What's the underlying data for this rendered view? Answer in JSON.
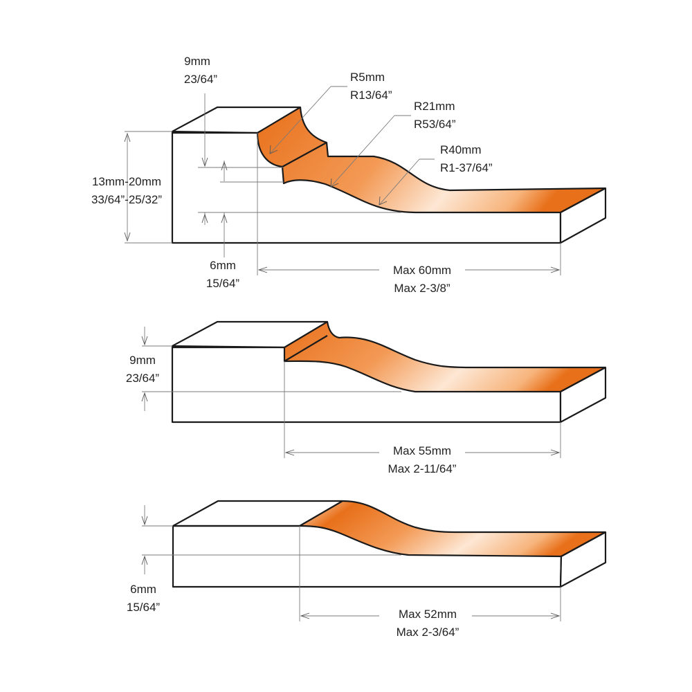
{
  "colors": {
    "profile_dark": "#e8701a",
    "profile_light": "#fde7d4",
    "outline": "#1a1a1a",
    "dimension": "#7a7a7a"
  },
  "profile_1": {
    "depth_top": {
      "mm": "9mm",
      "inch": "23/64”"
    },
    "height": {
      "mm": "13mm-20mm",
      "inch": "33/64”-25/32”"
    },
    "depth_bottom": {
      "mm": "6mm",
      "inch": "15/64”"
    },
    "radius_1": {
      "mm": "R5mm",
      "inch": "R13/64”"
    },
    "radius_2": {
      "mm": "R21mm",
      "inch": "R53/64”"
    },
    "radius_3": {
      "mm": "R40mm",
      "inch": "R1-37/64”"
    },
    "width": {
      "mm": "Max 60mm",
      "inch": "Max 2-3/8”"
    }
  },
  "profile_2": {
    "depth": {
      "mm": "9mm",
      "inch": "23/64”"
    },
    "width": {
      "mm": "Max 55mm",
      "inch": "Max 2-11/64”"
    }
  },
  "profile_3": {
    "depth": {
      "mm": "6mm",
      "inch": "15/64”"
    },
    "width": {
      "mm": "Max 52mm",
      "inch": "Max 2-3/64”"
    }
  }
}
